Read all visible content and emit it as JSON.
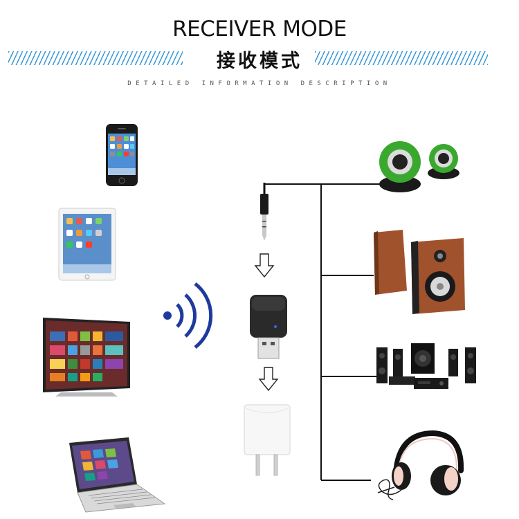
{
  "header": {
    "title": "RECEIVER MODE",
    "subtitle_cn": "接收模式",
    "tagline": "DETAILED INFORMATION DESCRIPTION"
  },
  "sources": [
    "phone-icon",
    "tablet-icon",
    "tv-icon",
    "laptop-icon"
  ],
  "outputs": [
    "desktop-speakers-icon",
    "bookshelf-speakers-icon",
    "home-theater-icon",
    "headphones-icon"
  ],
  "colors": {
    "stripe": "#3b9ad9",
    "bluetooth_waves": "#1f3a9e",
    "speaker_green": "#3aa82e",
    "wood": "#a0522d",
    "adapter": "#2a2a2a"
  }
}
